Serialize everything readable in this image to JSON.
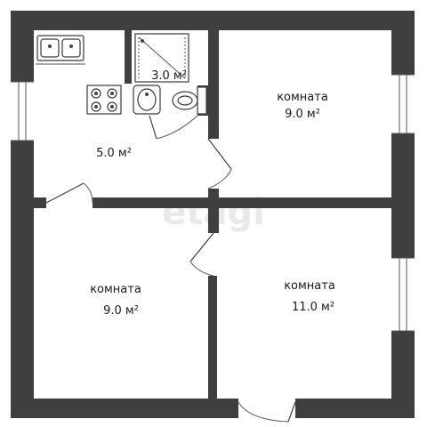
{
  "watermark": "etagi",
  "rooms": [
    {
      "id": "kitchen",
      "name": "",
      "area": "5.0 м²"
    },
    {
      "id": "bathroom",
      "name": "",
      "area": "3.0 м²"
    },
    {
      "id": "room-top-right",
      "name": "комната",
      "area": "9.0 м²"
    },
    {
      "id": "room-bottom-left",
      "name": "комната",
      "area": "9.0 м²"
    },
    {
      "id": "room-bottom-right",
      "name": "комната",
      "area": "11.0 м²"
    }
  ]
}
